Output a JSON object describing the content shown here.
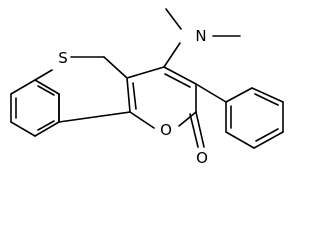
{
  "atoms": {
    "sulfur": "S",
    "nitrogen": "N",
    "ring_oxygen": "O",
    "carbonyl_oxygen": "O"
  }
}
